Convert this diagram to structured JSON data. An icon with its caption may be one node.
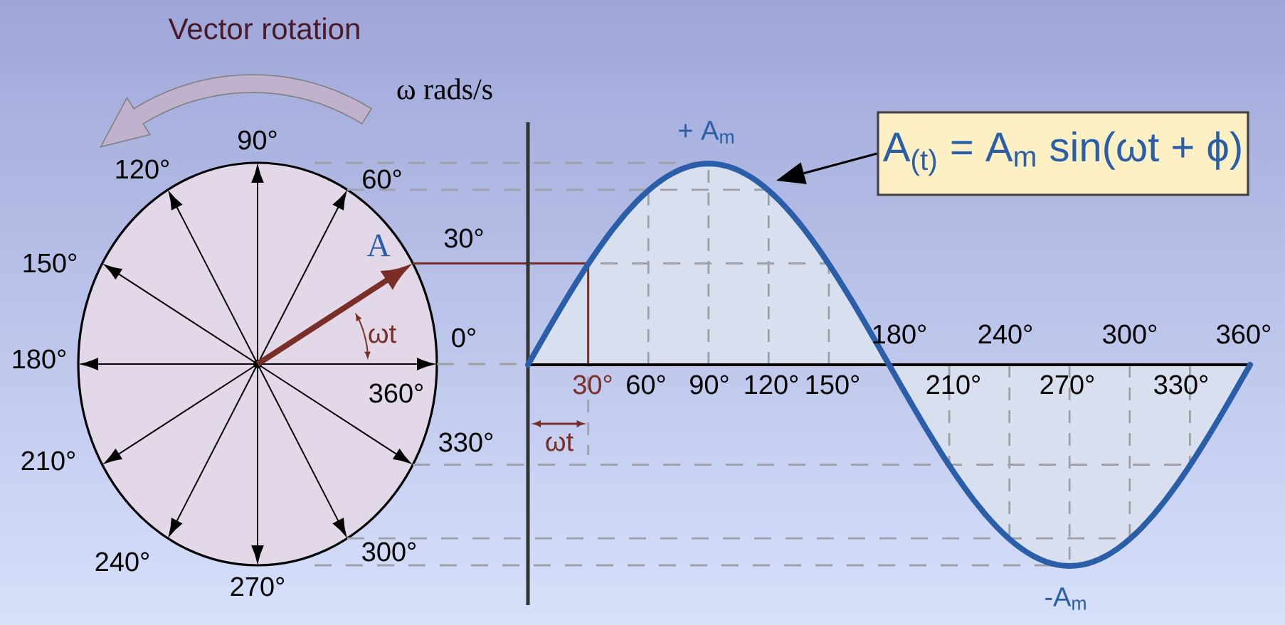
{
  "diagram": {
    "nodes": [
      {
        "text": [
          "A$_{(t)}$ = A$_{m}$ sin(ωt + ϕ)"
        ]
      },
      {
        "text": [],
        "shape": "curve"
      }
    ],
    "edges": [
      {
        "from": 0,
        "to": 1,
        "arrow": "to"
      }
    ],
    "labels": [
      "Vector rotation",
      "ω rads/s",
      "90°",
      "+ A$_{m}$",
      "120°",
      "60°",
      "A",
      "30°",
      "150°",
      "ωt",
      "0°",
      "180°",
      "180°",
      "240°",
      "300°",
      "360°",
      "360°",
      "30°",
      "60°",
      "90°",
      "120°",
      "150°",
      "210°",
      "270°",
      "330°",
      "210°",
      "330°",
      "ωt",
      "240°",
      "300°",
      "270°",
      "-A$_{m}$"
    ]
  }
}
